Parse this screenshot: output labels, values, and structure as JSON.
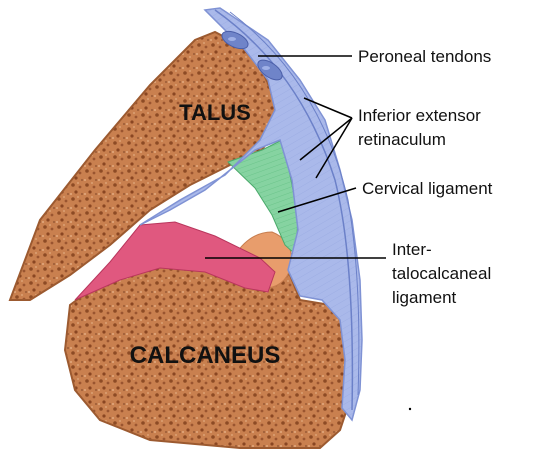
{
  "labels": {
    "talus": "TALUS",
    "calcaneus": "CALCANEUS",
    "peroneal_tendons": "Peroneal tendons",
    "inferior_extensor_1": "Inferior extensor",
    "inferior_extensor_2": "retinaculum",
    "cervical_ligament": "Cervical ligament",
    "interosseous_1": "Inter-",
    "interosseous_2": "talocalcaneal",
    "interosseous_3": "ligament"
  },
  "colors": {
    "bone": "#c97a4a",
    "bone_speckle": "#8a4a26",
    "bone_light": "#e8b58a",
    "retinaculum": "#a9b8e8",
    "retinaculum_line": "#7f92d4",
    "cervical": "#7ccf96",
    "interosseous": "#e0507a",
    "sinus_fat": "#e59a6a",
    "tendon": "#6f84c9"
  }
}
